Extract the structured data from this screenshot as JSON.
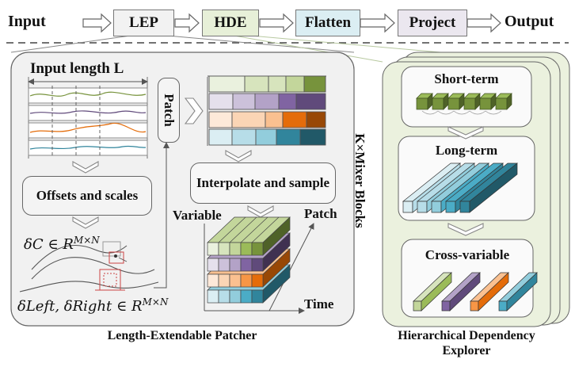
{
  "flow": {
    "input": "Input",
    "lep": "LEP",
    "hde": "HDE",
    "flatten": "Flatten",
    "project": "Project",
    "output": "Output",
    "colors": {
      "lep": "#f2f2f2",
      "hde": "#e7f0d8",
      "flatten": "#dbeef3",
      "project": "#ebe7ef"
    }
  },
  "lep_panel": {
    "input_length": "Input length L",
    "patch": "Patch",
    "offsets": "Offsets and scales",
    "interpolate": "Interpolate and sample",
    "delta_c": "δC ∈ R^{M×N}",
    "delta_lr": "δLeft, δRight ∈ R^{M×N}",
    "axis_variable": "Variable",
    "axis_patch": "Patch",
    "axis_time": "Time",
    "caption": "Length-Extendable Patcher"
  },
  "hde_panel": {
    "mixer_label": "K×Mixer Blocks",
    "short_term": "Short-term",
    "long_term": "Long-term",
    "cross_variable": "Cross-variable",
    "caption_line1": "Hierarchical Dependency",
    "caption_line2": "Explorer"
  },
  "series_colors": [
    "#77933c",
    "#604a7b",
    "#e46c0a",
    "#31859c"
  ]
}
